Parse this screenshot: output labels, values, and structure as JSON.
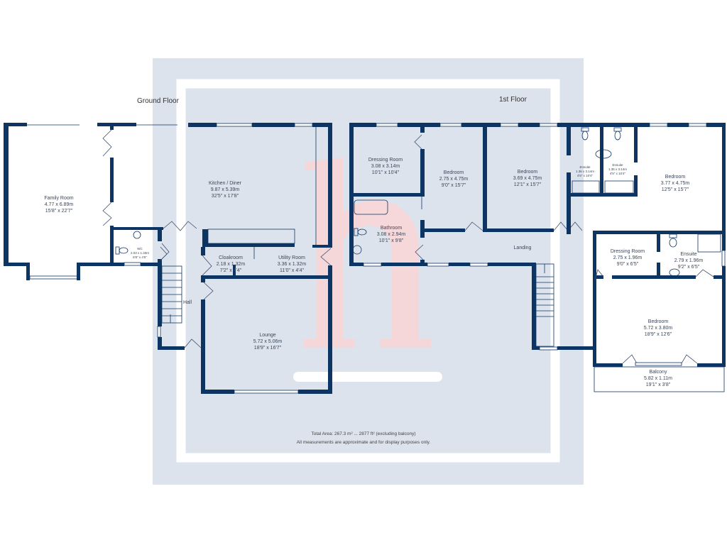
{
  "floors": {
    "ground": "Ground Floor",
    "first": "1st Floor"
  },
  "rooms": {
    "family_room": {
      "name": "Family Room",
      "metric": "4.77 x 6.89m",
      "imperial": "15'8\" x 22'7\""
    },
    "wc": {
      "name": "WC",
      "metric": "2.03 x 1.33m",
      "imperial": "6'8\" x 4'5\""
    },
    "kitchen": {
      "name": "Kitchen / Diner",
      "metric": "9.87 x 5.39m",
      "imperial": "32'5\" x 17'8\""
    },
    "cloakroom": {
      "name": "Cloakroom",
      "metric": "2.18 x 1.32m",
      "imperial": "7'2\" x 4'4\""
    },
    "utility": {
      "name": "Utility Room",
      "metric": "3.36 x 1.32m",
      "imperial": "11'0\" x 4'4\""
    },
    "hall": {
      "name": "Hall"
    },
    "lounge": {
      "name": "Lounge",
      "metric": "5.72 x 5.06m",
      "imperial": "18'9\" x 16'7\""
    },
    "dressing1": {
      "name": "Dressing Room",
      "metric": "3.08 x 3.14m",
      "imperial": "10'1\" x 10'4\""
    },
    "bedroom1": {
      "name": "Bedroom",
      "metric": "2.75 x 4.75m",
      "imperial": "9'0\" x 15'7\""
    },
    "bedroom2": {
      "name": "Bedroom",
      "metric": "3.69 x 4.75m",
      "imperial": "12'1\" x 15'7\""
    },
    "bathroom": {
      "name": "Bathroom",
      "metric": "3.08 x 2.94m",
      "imperial": "10'1\" x 9'8\""
    },
    "landing": {
      "name": "Landing"
    },
    "ensuite1": {
      "name": "Ensuite",
      "metric": "1.36 x 3.14m",
      "imperial": "4'5\" x 10'4\""
    },
    "ensuite2": {
      "name": "Ensuite",
      "metric": "1.35 x 3.14m",
      "imperial": "4'5\" x 10'4\""
    },
    "bedroom3": {
      "name": "Bedroom",
      "metric": "3.77 x 4.75m",
      "imperial": "12'5\" x 15'7\""
    },
    "dressing2": {
      "name": "Dressing Room",
      "metric": "2.75 x 1.96m",
      "imperial": "9'0\" x 6'5\""
    },
    "ensuite3": {
      "name": "Ensuite",
      "metric": "2.79 x 1.96m",
      "imperial": "9'2\" x 6'5\""
    },
    "bedroom4": {
      "name": "Bedroom",
      "metric": "5.72 x 3.80m",
      "imperial": "18'9\" x 12'6\""
    },
    "balcony": {
      "name": "Balcony",
      "metric": "5.82 x 1.11m",
      "imperial": "19'1\" x 3'8\""
    }
  },
  "footer": {
    "total_area": "Total Area: 267.3 m² ... 2877 ft² (excluding balcony)",
    "disclaimer": "All measurements are approximate and for display purposes only."
  },
  "colors": {
    "wall": "#0d3563",
    "overlay": "#dde3ec",
    "watermark": "#f9d6d8"
  }
}
